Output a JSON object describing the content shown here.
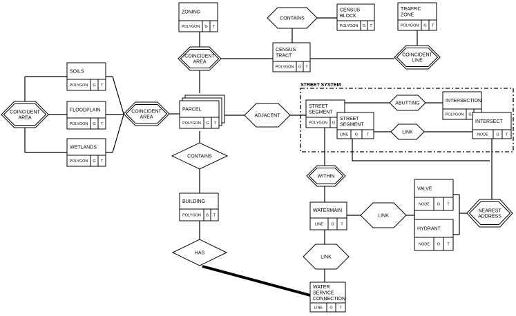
{
  "entities": [
    {
      "id": "zoning",
      "label": [
        "ZONING"
      ],
      "cells": [
        "POLYGON",
        "G",
        "T"
      ]
    },
    {
      "id": "census-block",
      "label": [
        "CENSUS",
        "BLOCK"
      ],
      "cells": [
        "POLYGON",
        "G",
        "T"
      ]
    },
    {
      "id": "traffic-zone",
      "label": [
        "TRAFFIC",
        "ZONE"
      ],
      "cells": [
        "POLYGON",
        "G",
        "T"
      ]
    },
    {
      "id": "census-tract",
      "label": [
        "CENSUS",
        "TRACT"
      ],
      "cells": [
        "POLYGON",
        "G",
        "T"
      ]
    },
    {
      "id": "soils",
      "label": [
        "SOILS"
      ],
      "cells": [
        "POLYGON",
        "G",
        "T"
      ]
    },
    {
      "id": "floodplain",
      "label": [
        "FLOODPLAIN"
      ],
      "cells": [
        "POLYGON",
        "G",
        "T"
      ]
    },
    {
      "id": "wetlands",
      "label": [
        "WETLANDS"
      ],
      "cells": [
        "POLYGON",
        "G",
        "T"
      ]
    },
    {
      "id": "parcel",
      "label": [
        "PARCEL"
      ],
      "cells": [
        "POLYGON",
        "G",
        "T"
      ]
    },
    {
      "id": "building",
      "label": [
        "BUILDING"
      ],
      "cells": [
        "POLYGON",
        "G",
        "T"
      ]
    },
    {
      "id": "street-segment",
      "label": [
        "STREET",
        "SEGMENT"
      ],
      "cells": [
        "POLYGON",
        "G",
        "T"
      ]
    },
    {
      "id": "street-segment-line",
      "label": [
        "STREET",
        "SEGMENT"
      ],
      "cells": [
        "LINE",
        "G",
        "T"
      ]
    },
    {
      "id": "intersection",
      "label": [
        "INTERSECTION"
      ],
      "cells": [
        "POLYGON",
        "G",
        "T"
      ]
    },
    {
      "id": "intersect",
      "label": [
        "INTERSECT"
      ],
      "cells": [
        "NODE",
        "G",
        "T"
      ]
    },
    {
      "id": "watermain",
      "label": [
        "WATERMAIN"
      ],
      "cells": [
        "LINE",
        "G",
        "T"
      ]
    },
    {
      "id": "valve",
      "label": [
        "VALVE"
      ],
      "cells": [
        "NODE",
        "G",
        "T"
      ]
    },
    {
      "id": "hydrant",
      "label": [
        "HYDRANT"
      ],
      "cells": [
        "NODE",
        "G",
        "T"
      ]
    },
    {
      "id": "water-service-connection",
      "label": [
        "WATER",
        "SERVICE",
        "CONNECTION"
      ],
      "cells": [
        "LINE",
        "G",
        "T"
      ]
    }
  ],
  "relationships": [
    {
      "id": "contains-top",
      "kind": "simple",
      "label": [
        "CONTAINS"
      ]
    },
    {
      "id": "coincident-area-top",
      "kind": "double",
      "label": [
        "COINCIDENT",
        "AREA"
      ]
    },
    {
      "id": "coincident-line",
      "kind": "double",
      "label": [
        "COINCIDENT",
        "LINE"
      ]
    },
    {
      "id": "coincident-area-left",
      "kind": "double",
      "label": [
        "COINCIDENT",
        "AREA"
      ]
    },
    {
      "id": "coincident-area-mid",
      "kind": "double",
      "label": [
        "COINCIDENT",
        "AREA"
      ]
    },
    {
      "id": "adjacent",
      "kind": "simple",
      "label": [
        "ADJACENT"
      ]
    },
    {
      "id": "contains-parcel",
      "kind": "simple",
      "label": [
        "CONTAINS"
      ]
    },
    {
      "id": "has",
      "kind": "simple",
      "label": [
        "HAS"
      ]
    },
    {
      "id": "abutting",
      "kind": "simple",
      "label": [
        "ABUTTING"
      ]
    },
    {
      "id": "link-street",
      "kind": "simple",
      "label": [
        "LINK"
      ]
    },
    {
      "id": "within",
      "kind": "double",
      "label": [
        "WITHIN"
      ]
    },
    {
      "id": "link-water",
      "kind": "simple",
      "label": [
        "LINK"
      ]
    },
    {
      "id": "link-service",
      "kind": "simple",
      "label": [
        "LINK"
      ]
    },
    {
      "id": "nearest-address",
      "kind": "double",
      "label": [
        "NEAREST",
        "ADDRESS"
      ]
    }
  ],
  "group": {
    "label": "STREET SYSTEM"
  }
}
